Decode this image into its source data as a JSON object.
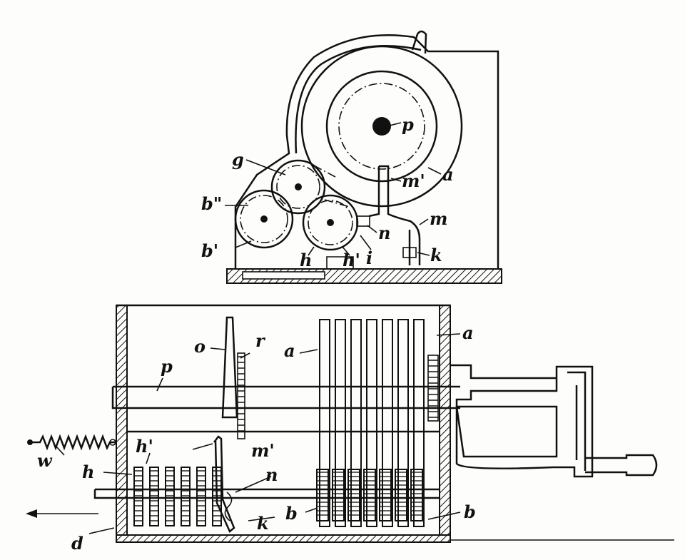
{
  "labels": {
    "top_p": "p",
    "top_a": "a",
    "top_m_prime": "m'",
    "top_m": "m",
    "top_g": "g",
    "top_b_double": "b\"",
    "top_b_prime": "b'",
    "top_n": "n",
    "top_h": "h",
    "top_h_prime": "h'",
    "top_i": "i",
    "top_k": "k",
    "bot_o": "o",
    "bot_r": "r",
    "bot_a_left": "a",
    "bot_a_right": "a",
    "bot_p": "p",
    "bot_w": "w",
    "bot_h_prime": "h'",
    "bot_m_prime": "m'",
    "bot_h": "h",
    "bot_n": "n",
    "bot_b_left": "b",
    "bot_b_right": "b",
    "bot_k": "k",
    "bot_d": "d"
  },
  "icons": {
    "direction_arrow": "left-arrow-icon",
    "spring": "coil-spring-icon",
    "crank": "crank-handle-icon"
  },
  "colors": {
    "ink": "#111111",
    "paper": "#fdfdfb"
  }
}
